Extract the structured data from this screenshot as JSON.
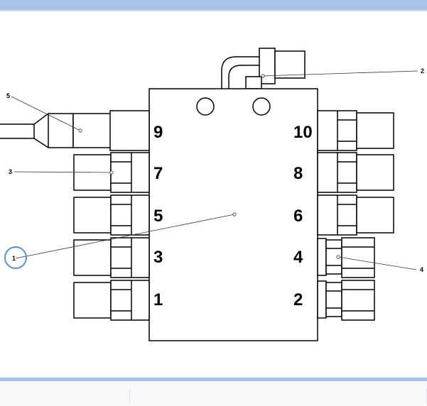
{
  "window": {
    "top_bar_color": "#a7c4e8",
    "bottom_bar_color": "#a7c4e8"
  },
  "diagram": {
    "ports": {
      "p1": "1",
      "p2": "2",
      "p3": "3",
      "p4": "4",
      "p5": "5",
      "p6": "6",
      "p7": "7",
      "p8": "8",
      "p9": "9",
      "p10": "10"
    },
    "callouts": {
      "c1": "1",
      "c2": "2",
      "c3": "3",
      "c4": "4",
      "c5": "5"
    },
    "highlight_color": "#5b8fd6"
  }
}
